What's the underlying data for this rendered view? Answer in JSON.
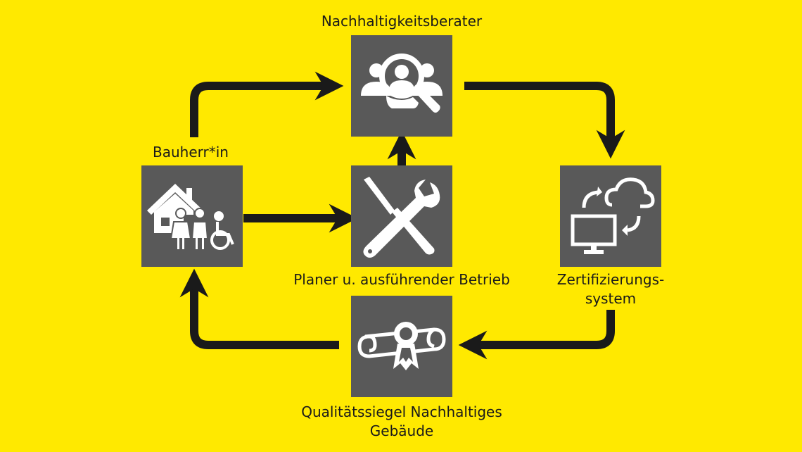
{
  "nodes": {
    "berater": {
      "label": "Nachhaltigkeitsberater",
      "icon": "consultant-search-icon"
    },
    "bauherr": {
      "label": "Bauherr*in",
      "icon": "family-house-icon"
    },
    "planer": {
      "label": "Planer u. ausführender Betrieb",
      "icon": "tools-icon"
    },
    "zert": {
      "label_line1": "Zertifizierungs-",
      "label_line2": "system",
      "icon": "computer-cloud-icon"
    },
    "siegel": {
      "label_line1": "Qualitätssiegel Nachhaltiges",
      "label_line2": "Gebäude",
      "icon": "certificate-scroll-icon"
    }
  },
  "colors": {
    "background": "#FFE900",
    "box": "#595959",
    "arrow": "#1a1a1a",
    "icon": "#FFFFFF"
  }
}
